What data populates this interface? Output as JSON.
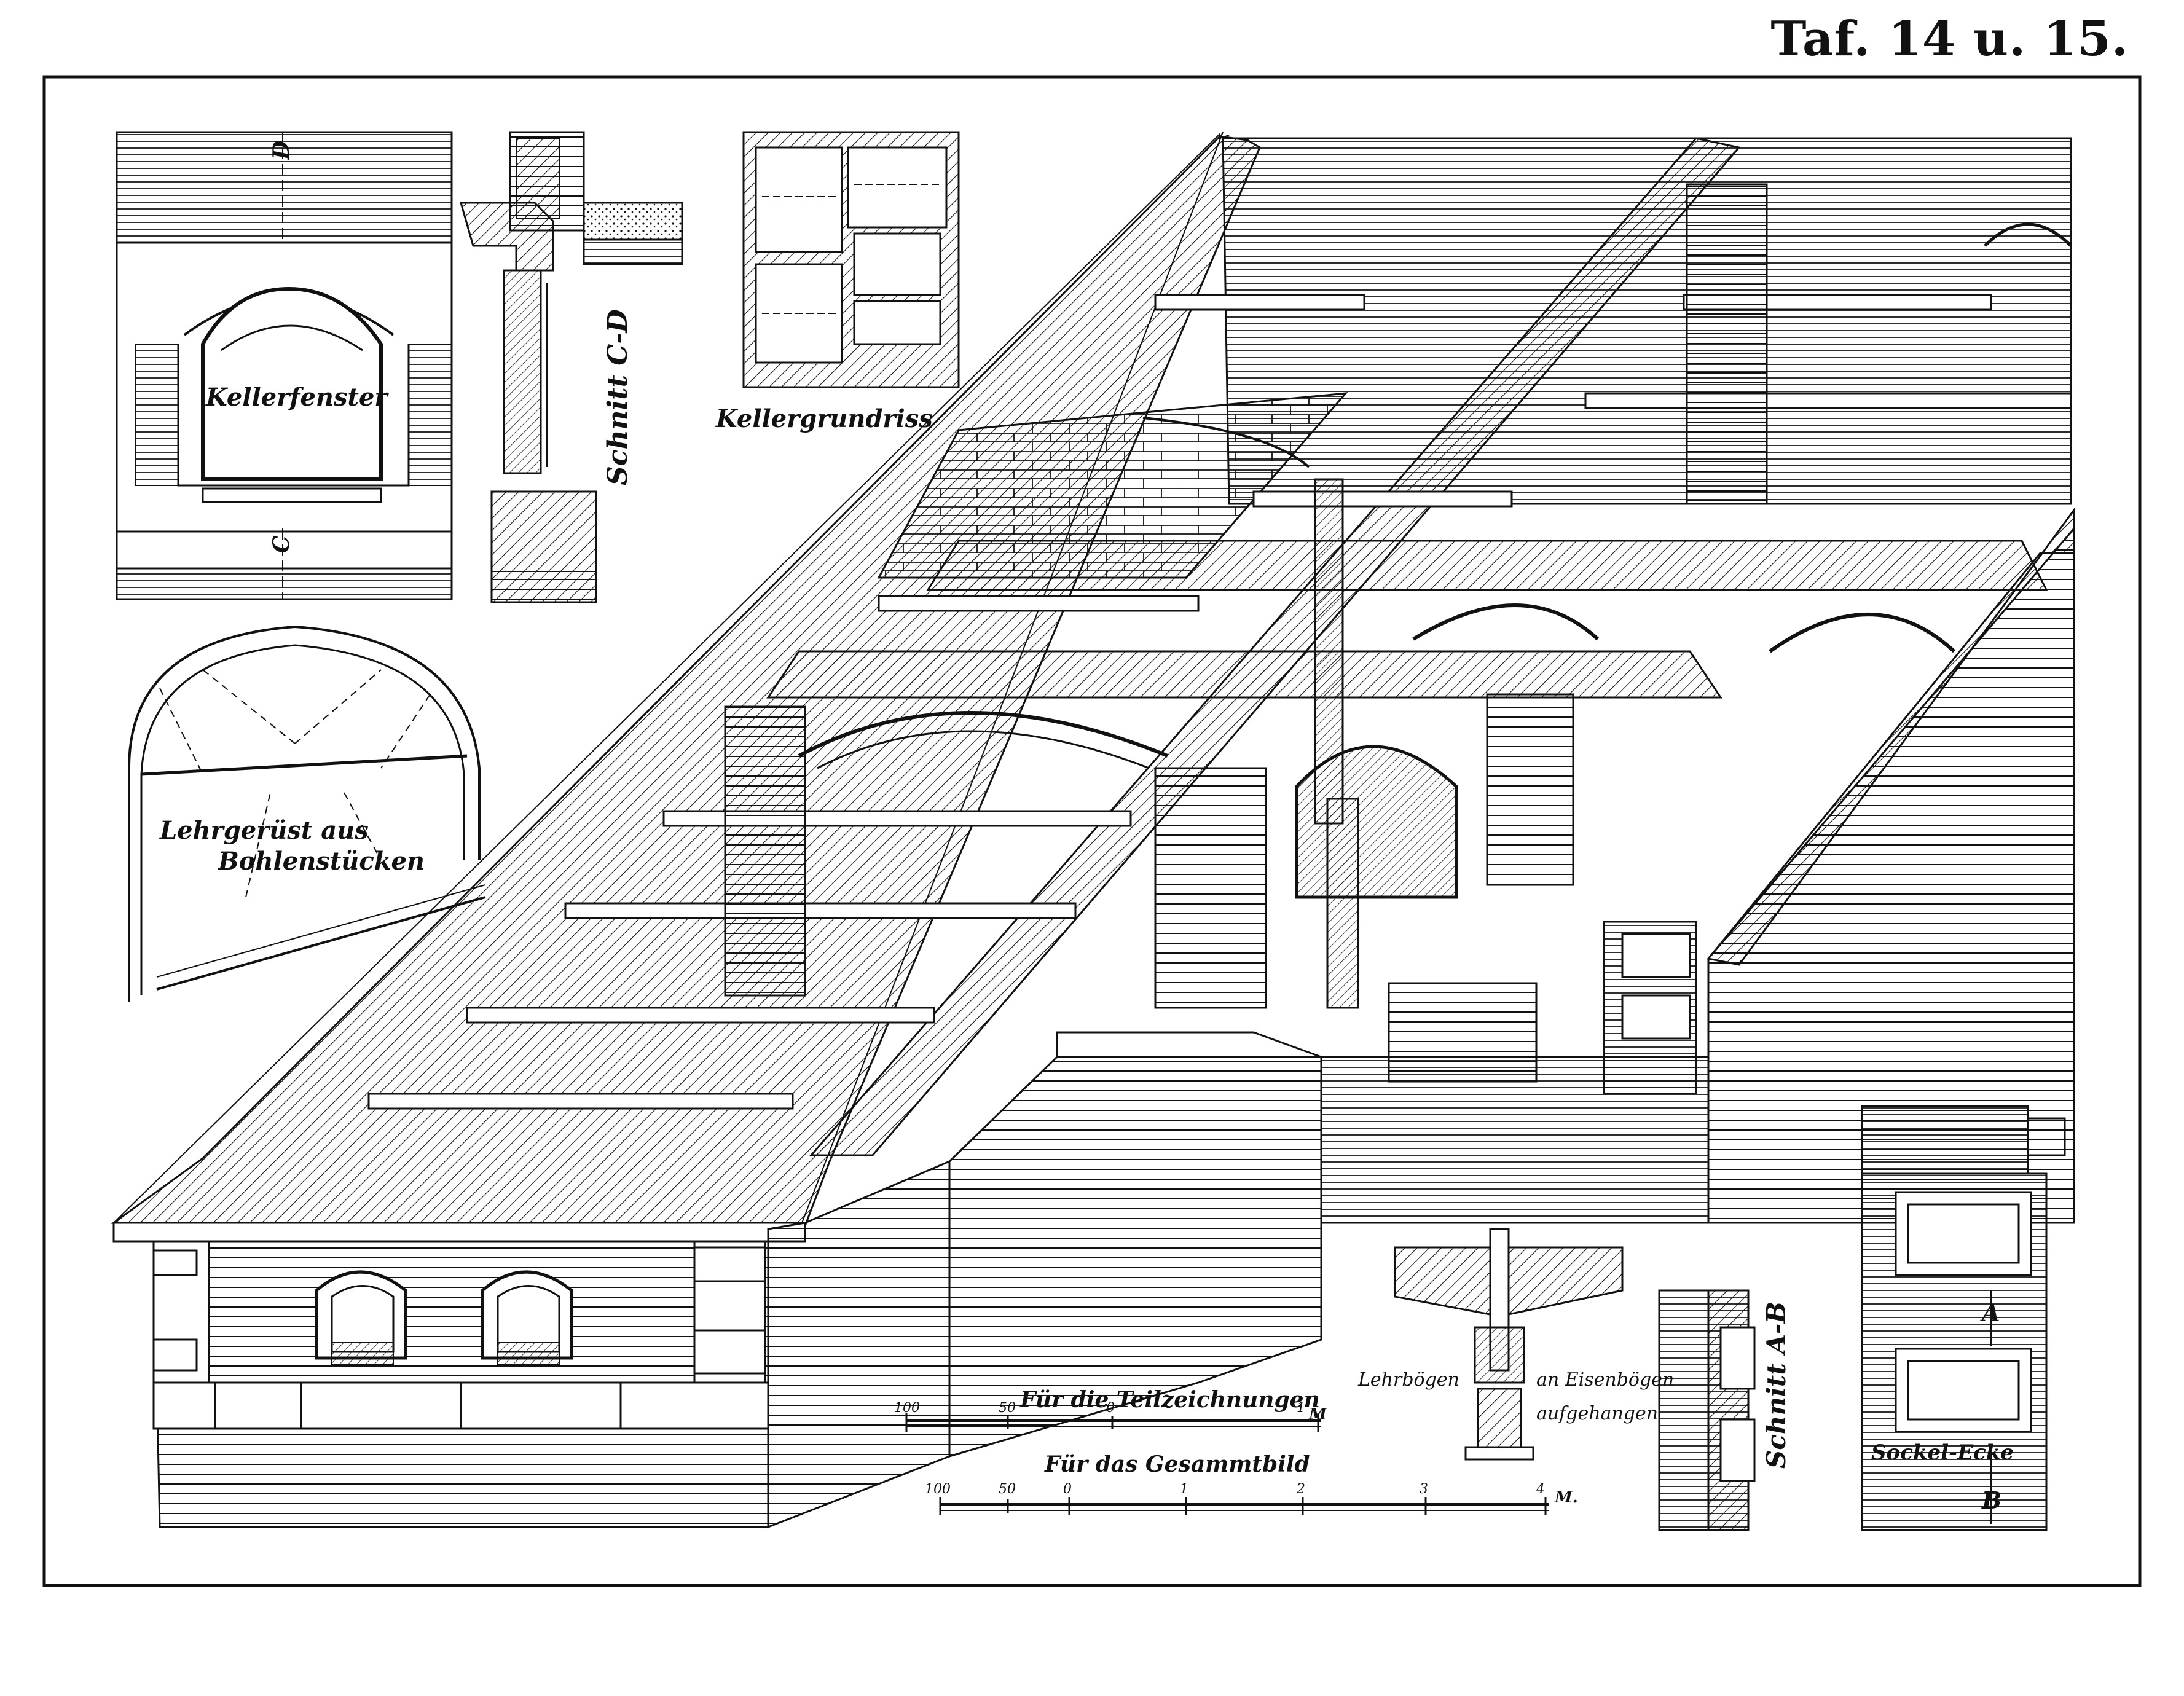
{
  "plate": {
    "title": "Taf. 14 u. 15."
  },
  "labels": {
    "kellerfenster": "Kellerfenster",
    "section_cd_marker_d": "D",
    "section_cd_marker_c": "C",
    "schnitt_cd": "Schnitt C-D",
    "kellergrundriss": "Kellergrundriss",
    "lehrgeruest_line1": "Lehrgerüst aus",
    "lehrgeruest_line2": "Bohlenstücken",
    "lehrboegen": "Lehrbögen",
    "an_eisenboegen": "an Eisenbögen",
    "aufgehangen": "aufgehangen",
    "schnitt_ab": "Schnitt A-B",
    "marker_a": "A",
    "marker_b": "B",
    "sockel_ecke": "Sockel-Ecke"
  },
  "scales": {
    "detail": {
      "title": "Für die Teilzeichnungen",
      "ticks": [
        "100",
        "50",
        "0",
        "1",
        "M"
      ]
    },
    "overall": {
      "title": "Für das Gesammtbild",
      "ticks": [
        "100",
        "50",
        "0",
        "1",
        "2",
        "3",
        "4",
        "M."
      ]
    }
  }
}
